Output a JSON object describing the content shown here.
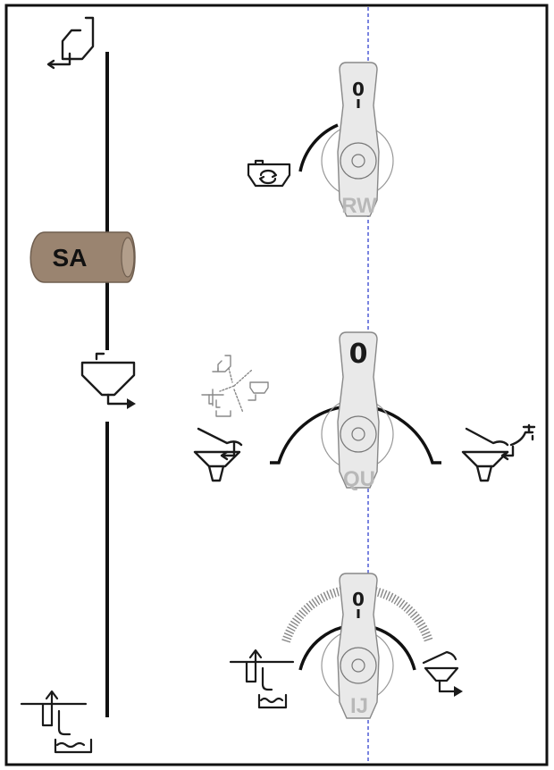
{
  "diagram": {
    "colors": {
      "frame": "#111111",
      "line": "#111111",
      "guide": "#2233cc",
      "valve_body": "#e9e9e9",
      "sa_body": "#9a8470",
      "label_gray": "#b8b8b8"
    },
    "supply_line": {
      "valve": {
        "label": "SA",
        "icon": "shutoff-valve-icon"
      },
      "top_icon": "tank-outlet-icon",
      "middle_icon": "fill-hopper-icon",
      "bottom_icon": "suction-from-water-icon"
    },
    "valves": [
      {
        "code": "RW",
        "position_label": "0",
        "left_icon": "tank-rinse-icon",
        "right_icon": ""
      },
      {
        "code": "QU",
        "position_label": "0",
        "left_icon": "induction-hopper-icon",
        "right_icon": "hopper-water-tap-icon",
        "inset_icon": "three-way-selection-icon"
      },
      {
        "code": "IJ",
        "position_label": "0",
        "left_icon": "suction-from-water-icon",
        "right_icon": "hopper-outlet-icon"
      }
    ]
  }
}
